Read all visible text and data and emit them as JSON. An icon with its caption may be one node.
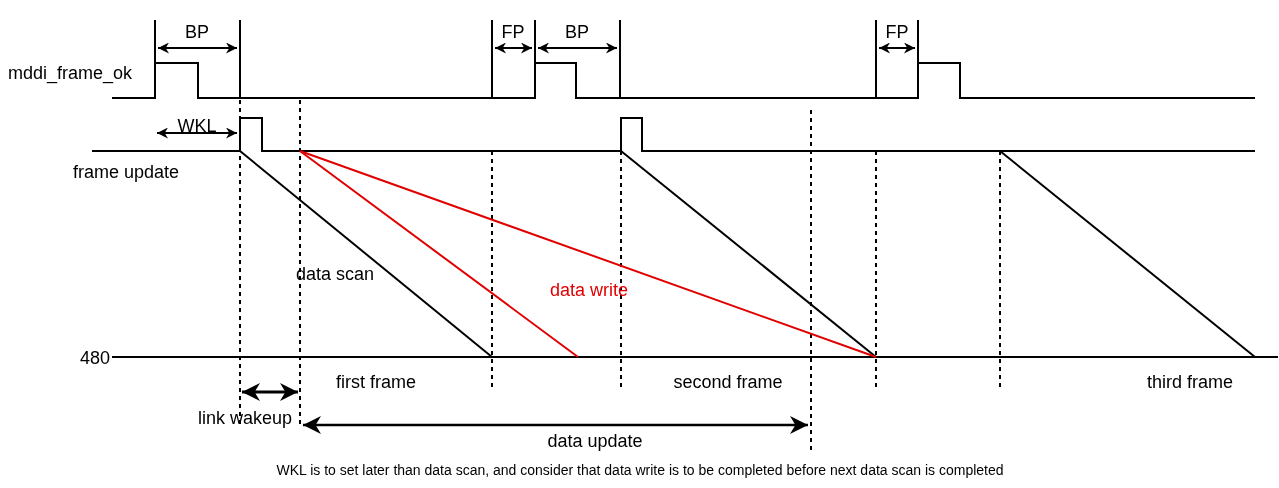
{
  "diagram": {
    "labels": [
      "BP",
      "FP",
      "BP",
      "FP",
      "mddi_frame_ok",
      "WKL",
      "frame update",
      "data scan",
      "data write",
      "480",
      "first frame",
      "second frame",
      "third frame",
      "link wakeup",
      "data update",
      "WKL is to set later than data scan, and consider that data write is to be completed before next data scan is completed"
    ]
  }
}
